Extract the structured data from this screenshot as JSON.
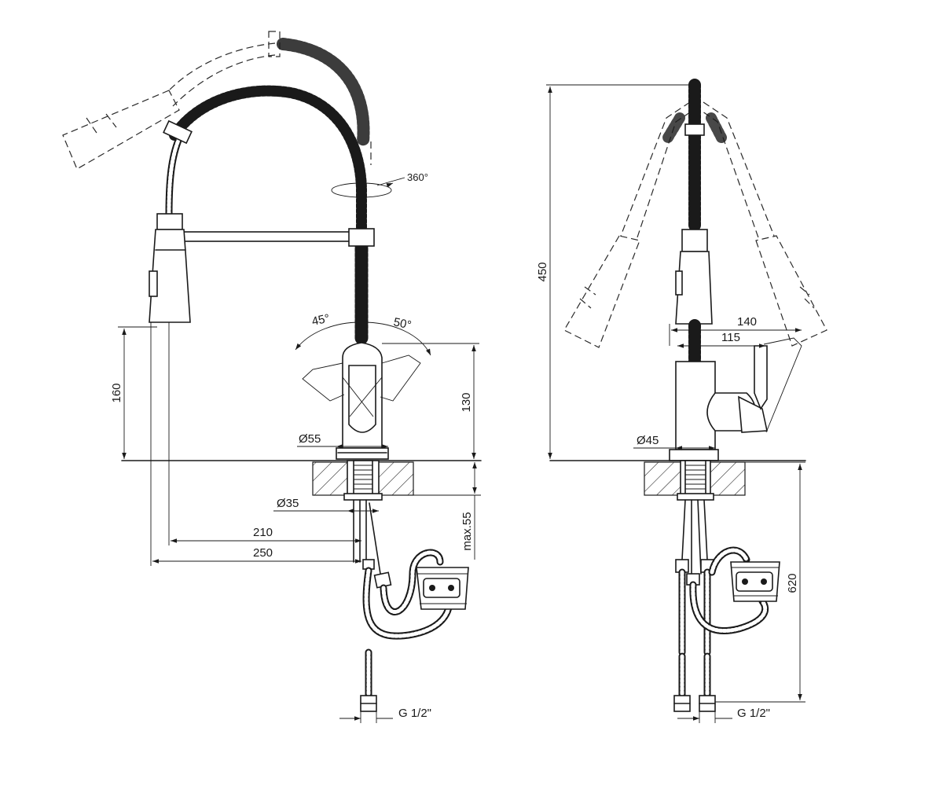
{
  "front_view": {
    "rotation_label": "360°",
    "angle_left": "45°",
    "angle_right": "50°",
    "dim_height_total": "160",
    "dim_height_body": "130",
    "dim_base_diameter": "Ø55",
    "dim_hole_diameter": "Ø35",
    "dim_reach_short": "210",
    "dim_reach_long": "250",
    "dim_counter_thickness": "max.55",
    "connector_thread": "G 1/2\""
  },
  "side_view": {
    "dim_height_total": "450",
    "dim_lever_outer": "140",
    "dim_lever_inner": "115",
    "dim_base_diameter": "Ø45",
    "dim_hose_length": "620",
    "connector_thread": "G 1/2\""
  }
}
